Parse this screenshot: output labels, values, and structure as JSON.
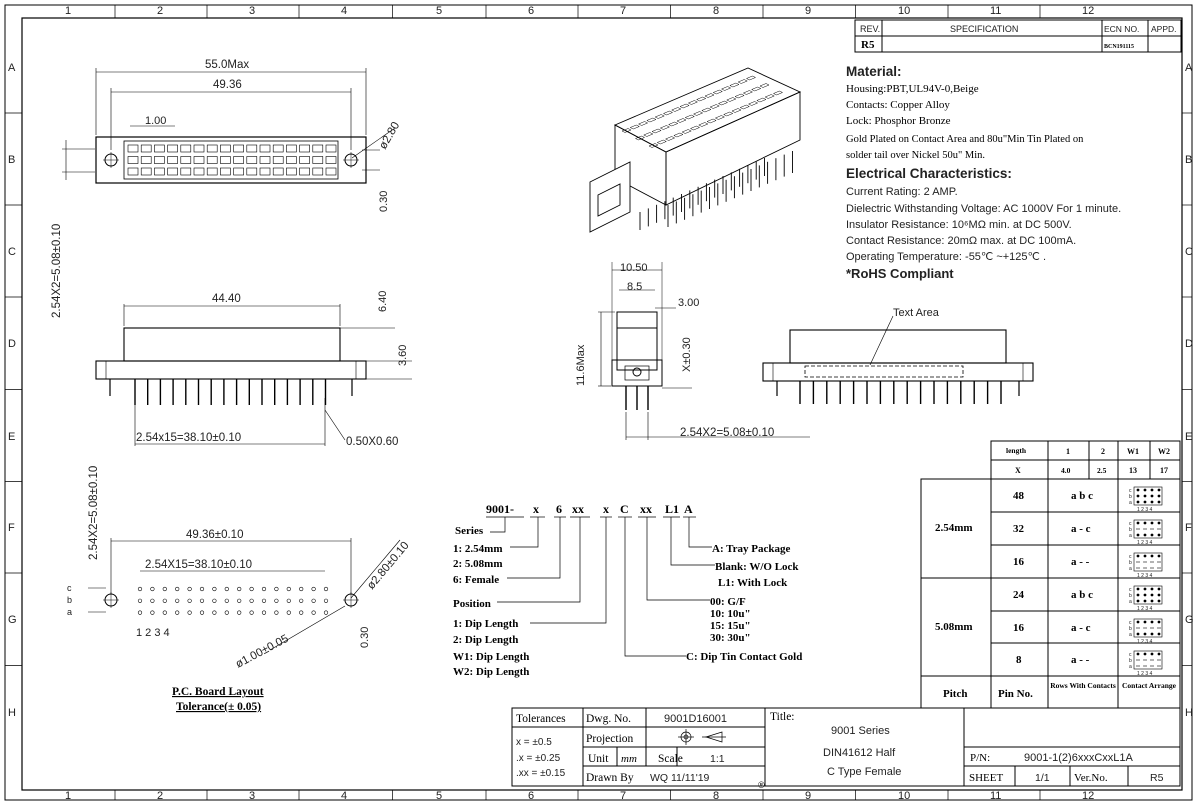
{
  "border": {
    "cols": [
      "1",
      "2",
      "3",
      "4",
      "5",
      "6",
      "7",
      "8",
      "9",
      "10",
      "11",
      "12"
    ],
    "rows": [
      "A",
      "B",
      "C",
      "D",
      "E",
      "F",
      "G",
      "H"
    ]
  },
  "revision": {
    "h_rev": "REV.",
    "h_spec": "SPECIFICATION",
    "h_ecn": "ECN NO.",
    "h_appd": "APPD.",
    "rev": "R5",
    "ecn": "BCN191115"
  },
  "material": {
    "title": "Material:",
    "lines": [
      "Housing:PBT,UL94V-0,Beige",
      "Contacts: Copper Alloy",
      "Lock: Phosphor Bronze",
      "Gold Plated on Contact Area and 80u\"Min Tin Plated on",
      "solder tail over Nickel 50u\" Min."
    ]
  },
  "electrical": {
    "title": "Electrical Characteristics:",
    "lines": [
      "Current Rating: 2 AMP.",
      "Dielectric Withstanding Voltage: AC 1000V For 1 minute.",
      "Insulator Resistance: 10⁶MΩ min. at DC 500V.",
      "Contact Resistance: 20mΩ max. at DC 100mA.",
      "Operating Temperature: -55℃ ~+125℃ ."
    ],
    "rohs": "*RoHS Compliant"
  },
  "dims": {
    "top_55": "55.0Max",
    "top_4936": "49.36",
    "top_100": "1.00",
    "top_280": "ø2.80",
    "top_254x2": "2.54X2=5.08±0.10",
    "top_030": "0.30",
    "side_4440": "44.40",
    "side_640": "6.40",
    "side_360": "3.60",
    "side_pitch": "2.54x15=38.10±0.10",
    "side_pin": "0.50X0.60",
    "end_1050": "10.50",
    "end_85": "8.5",
    "end_300": "3.00",
    "end_116": "11.6Max",
    "end_x030": "X±0.30",
    "end_254x2": "2.54X2=5.08±0.10",
    "text_area": "Text Area",
    "pcb_4936": "49.36±0.10",
    "pcb_pitch": "2.54X15=38.10±0.10",
    "pcb_254x2": "2.54X2=5.08±0.10",
    "pcb_280": "ø2.80±0.10",
    "pcb_100": "ø1.00±0.05",
    "pcb_030": "0.30",
    "row_c": "c",
    "row_b": "b",
    "row_a": "a",
    "pins": "1 2 3 4"
  },
  "pcb_caption": {
    "title": "P.C. Board Layout",
    "tol": "Tolerance(± 0.05)"
  },
  "part_code": {
    "segments": [
      "9001-",
      "x",
      "6",
      "xx",
      "x",
      "C",
      "xx",
      "L1",
      "A"
    ],
    "series": "Series",
    "pitch1": "1: 2.54mm",
    "pitch2": "2: 5.08mm",
    "female": "6: Female",
    "position": "Position",
    "dip1": "1: Dip Length",
    "dip2": "2: Dip Length",
    "w1": "W1: Dip Length",
    "w2": "W2: Dip Length",
    "tray": "A: Tray Package",
    "lock0": "Blank: W/O Lock",
    "lock1": "L1: With Lock",
    "g00": "00: G/F",
    "g10": "10: 10u\"",
    "g15": "15: 15u\"",
    "g30": "30: 30u\"",
    "dip_tin": "C: Dip Tin Contact Gold"
  },
  "length_table": {
    "headers": [
      "length",
      "1",
      "2",
      "W1",
      "W2"
    ],
    "values": [
      "X",
      "4.0",
      "2.5",
      "13",
      "17"
    ]
  },
  "pin_table": {
    "pitch_254": "2.54mm",
    "pitch_508": "5.08mm",
    "rows_254": [
      {
        "pins": "48",
        "rows": "a b c"
      },
      {
        "pins": "32",
        "rows": "a - c"
      },
      {
        "pins": "16",
        "rows": "a - -"
      }
    ],
    "rows_508": [
      {
        "pins": "24",
        "rows": "a b c"
      },
      {
        "pins": "16",
        "rows": "a - c"
      },
      {
        "pins": "8",
        "rows": "a - -"
      }
    ],
    "footer_pitch": "Pitch",
    "footer_pin": "Pin No.",
    "footer_rows": "Rows With Contacts",
    "footer_arr": "Contact Arrange"
  },
  "title_block": {
    "tolerances": "Tolerances",
    "tol1": "x = ±0.5",
    "tol2": ".x = ±0.25",
    "tol3": ".xx = ±0.15",
    "dwg_label": "Dwg. No.",
    "dwg_no": "9001D16001",
    "projection": "Projection",
    "unit": "Unit",
    "unit_val": "mm",
    "scale": "Scale",
    "scale_val": "1:1",
    "drawn_by": "Drawn By",
    "drawn_val": "WQ 11/11'19",
    "title_label": "Title:",
    "title1": "9001 Series",
    "title2": "DIN41612 Half",
    "title3": "C Type Female",
    "pn_label": "P/N:",
    "pn": "9001-1(2)6xxxCxxL1A",
    "sheet": "SHEET",
    "sheet_val": "1/1",
    "ver": "Ver.No.",
    "ver_val": "R5"
  }
}
